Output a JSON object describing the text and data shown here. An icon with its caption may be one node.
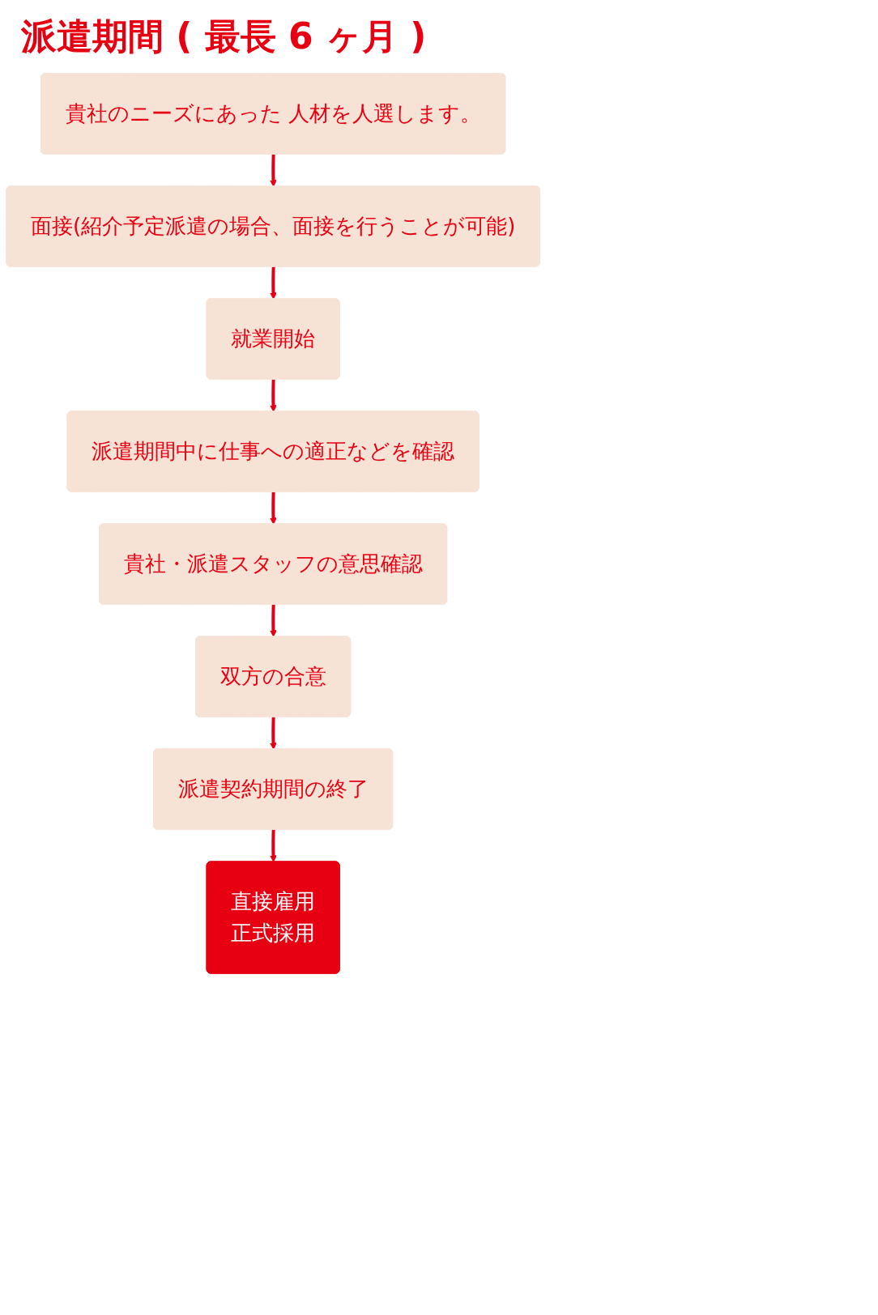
{
  "diagram": {
    "title": "派遣期間 ( 最長 6 ヶ月 )",
    "nodes": [
      {
        "text": [
          "貴社のニーズにあった 人材を人選します。"
        ]
      },
      {
        "text": [
          "面接(紹介予定派遣の場合、面接を行うことが可能)"
        ]
      },
      {
        "text": [
          "就業開始"
        ]
      },
      {
        "text": [
          "派遣期間中に仕事への適正などを確認"
        ]
      },
      {
        "text": [
          "貴社・派遣スタッフの意思確認"
        ]
      },
      {
        "text": [
          "双方の合意"
        ]
      },
      {
        "text": [
          "派遣契約期間の終了"
        ]
      },
      {
        "text": [
          "直接雇用",
          "正式採用"
        ]
      }
    ],
    "edges": [
      {
        "from": 0,
        "to": 1,
        "arrow": "to"
      },
      {
        "from": 1,
        "to": 2,
        "arrow": "to"
      },
      {
        "from": 2,
        "to": 3,
        "arrow": "to"
      },
      {
        "from": 3,
        "to": 4,
        "arrow": "to"
      },
      {
        "from": 4,
        "to": 5,
        "arrow": "to"
      },
      {
        "from": 5,
        "to": 6,
        "arrow": "to"
      },
      {
        "from": 6,
        "to": 7,
        "arrow": "to"
      }
    ]
  }
}
